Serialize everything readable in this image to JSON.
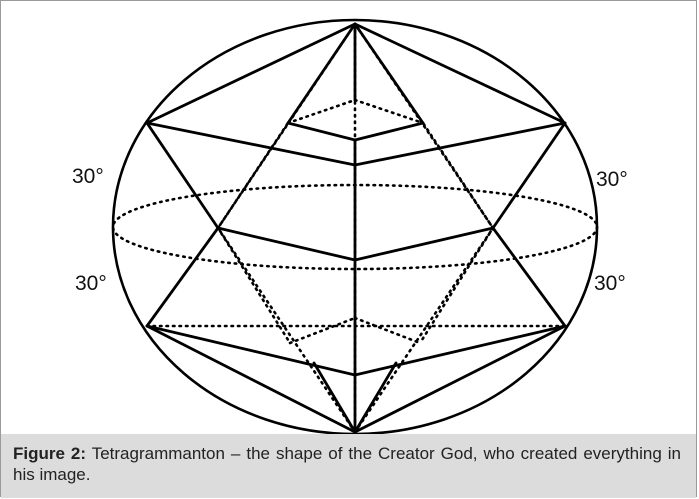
{
  "figure": {
    "angle_labels": {
      "upper_left": "30°",
      "lower_left": "30°",
      "upper_right": "30°",
      "lower_right": "30°"
    },
    "caption": {
      "label": "Figure 2:",
      "text": " Tetragrammanton – the shape of the Creator God, who created everything in his image."
    }
  }
}
